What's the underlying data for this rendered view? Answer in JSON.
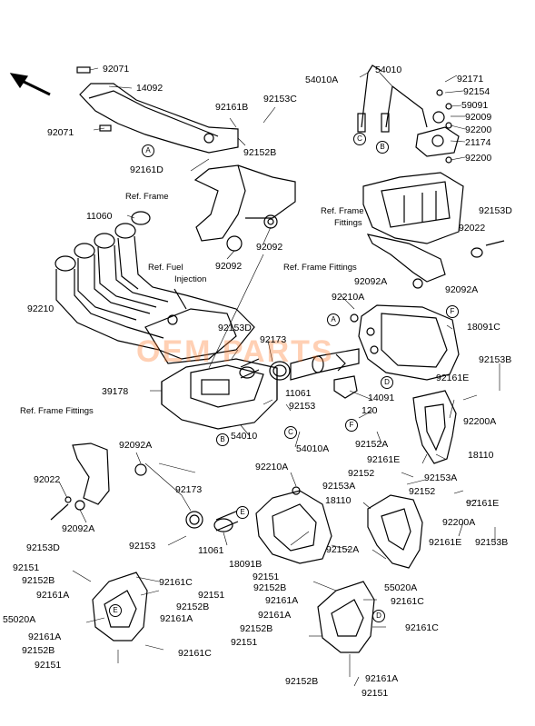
{
  "part_labels": [
    {
      "id": "p1",
      "text": "92071"
    },
    {
      "id": "p2",
      "text": "14092"
    },
    {
      "id": "p3",
      "text": "92071"
    },
    {
      "id": "p4",
      "text": "92161B"
    },
    {
      "id": "p5",
      "text": "92153C"
    },
    {
      "id": "p6",
      "text": "92152B"
    },
    {
      "id": "p7",
      "text": "92161D"
    },
    {
      "id": "p8",
      "text": "54010A"
    },
    {
      "id": "p9",
      "text": "54010"
    },
    {
      "id": "p10",
      "text": "92171"
    },
    {
      "id": "p11",
      "text": "92154"
    },
    {
      "id": "p12",
      "text": "59091"
    },
    {
      "id": "p13",
      "text": "92009"
    },
    {
      "id": "p14",
      "text": "92200"
    },
    {
      "id": "p15",
      "text": "21174"
    },
    {
      "id": "p16",
      "text": "92200"
    },
    {
      "id": "p17",
      "text": "11060"
    },
    {
      "id": "p18",
      "text": "92092"
    },
    {
      "id": "p19",
      "text": "92092"
    },
    {
      "id": "p20",
      "text": "92153D"
    },
    {
      "id": "p21",
      "text": "92022"
    },
    {
      "id": "p22",
      "text": "92092A"
    },
    {
      "id": "p23",
      "text": "92210"
    },
    {
      "id": "p24",
      "text": "92092A"
    },
    {
      "id": "p25",
      "text": "92210A"
    },
    {
      "id": "p26",
      "text": "18091C"
    },
    {
      "id": "p27",
      "text": "92153D"
    },
    {
      "id": "p28",
      "text": "92173"
    },
    {
      "id": "p29",
      "text": "39178"
    },
    {
      "id": "p30",
      "text": "11061"
    },
    {
      "id": "p31",
      "text": "92153"
    },
    {
      "id": "p32",
      "text": "14091"
    },
    {
      "id": "p33",
      "text": "120"
    },
    {
      "id": "p34",
      "text": "92153B"
    },
    {
      "id": "p35",
      "text": "92161E"
    },
    {
      "id": "p36",
      "text": "92200A"
    },
    {
      "id": "p37",
      "text": "54010"
    },
    {
      "id": "p38",
      "text": "54010A"
    },
    {
      "id": "p39",
      "text": "92152A"
    },
    {
      "id": "p40",
      "text": "18110"
    },
    {
      "id": "p41",
      "text": "92161E"
    },
    {
      "id": "p42",
      "text": "92152"
    },
    {
      "id": "p43",
      "text": "92153A"
    },
    {
      "id": "p44",
      "text": "92153A"
    },
    {
      "id": "p45",
      "text": "92152"
    },
    {
      "id": "p46",
      "text": "92161E"
    },
    {
      "id": "p47",
      "text": "18110"
    },
    {
      "id": "p48",
      "text": "92200A"
    },
    {
      "id": "p49",
      "text": "92092A"
    },
    {
      "id": "p50",
      "text": "92210A"
    },
    {
      "id": "p51",
      "text": "92022"
    },
    {
      "id": "p52",
      "text": "92092A"
    },
    {
      "id": "p53",
      "text": "92153D"
    },
    {
      "id": "p54",
      "text": "92173"
    },
    {
      "id": "p55",
      "text": "92153"
    },
    {
      "id": "p56",
      "text": "11061"
    },
    {
      "id": "p57",
      "text": "18091B"
    },
    {
      "id": "p58",
      "text": "92152A"
    },
    {
      "id": "p59",
      "text": "92161E"
    },
    {
      "id": "p60",
      "text": "92153B"
    },
    {
      "id": "p61",
      "text": "92151"
    },
    {
      "id": "p62",
      "text": "92152B"
    },
    {
      "id": "p63",
      "text": "92161A"
    },
    {
      "id": "p64",
      "text": "92161C"
    },
    {
      "id": "p65",
      "text": "92151"
    },
    {
      "id": "p66",
      "text": "92152B"
    },
    {
      "id": "p67",
      "text": "92161A"
    },
    {
      "id": "p68",
      "text": "55020A"
    },
    {
      "id": "p69",
      "text": "92161A"
    },
    {
      "id": "p70",
      "text": "92152B"
    },
    {
      "id": "p71",
      "text": "92151"
    },
    {
      "id": "p72",
      "text": "92161C"
    },
    {
      "id": "p73",
      "text": "92151"
    },
    {
      "id": "p74",
      "text": "92152B"
    },
    {
      "id": "p75",
      "text": "92161A"
    },
    {
      "id": "p76",
      "text": "55020A"
    },
    {
      "id": "p77",
      "text": "92161C"
    },
    {
      "id": "p78",
      "text": "92161A"
    },
    {
      "id": "p79",
      "text": "92152B"
    },
    {
      "id": "p80",
      "text": "92151"
    },
    {
      "id": "p81",
      "text": "92161C"
    },
    {
      "id": "p82",
      "text": "92152B"
    },
    {
      "id": "p83",
      "text": "92161A"
    },
    {
      "id": "p84",
      "text": "92151"
    }
  ],
  "reference_labels": [
    {
      "id": "r1",
      "text": "Ref. Frame"
    },
    {
      "id": "r2",
      "text": "Ref. Frame"
    },
    {
      "id": "r3",
      "text": "Fittings"
    },
    {
      "id": "r4",
      "text": "Ref. Frame Fittings"
    },
    {
      "id": "r5",
      "text": "Ref. Fuel"
    },
    {
      "id": "r6",
      "text": "Injection"
    },
    {
      "id": "r7",
      "text": "Ref. Frame Fittings"
    }
  ],
  "callouts": [
    {
      "id": "c1",
      "letter": "A"
    },
    {
      "id": "c2",
      "letter": "C"
    },
    {
      "id": "c3",
      "letter": "B"
    },
    {
      "id": "c4",
      "letter": "A"
    },
    {
      "id": "c5",
      "letter": "F"
    },
    {
      "id": "c6",
      "letter": "D"
    },
    {
      "id": "c7",
      "letter": "F"
    },
    {
      "id": "c8",
      "letter": "B"
    },
    {
      "id": "c9",
      "letter": "C"
    },
    {
      "id": "c10",
      "letter": "E"
    },
    {
      "id": "c11",
      "letter": "E"
    },
    {
      "id": "c12",
      "letter": "D"
    }
  ],
  "watermark": {
    "text": "OEM PARTS"
  }
}
